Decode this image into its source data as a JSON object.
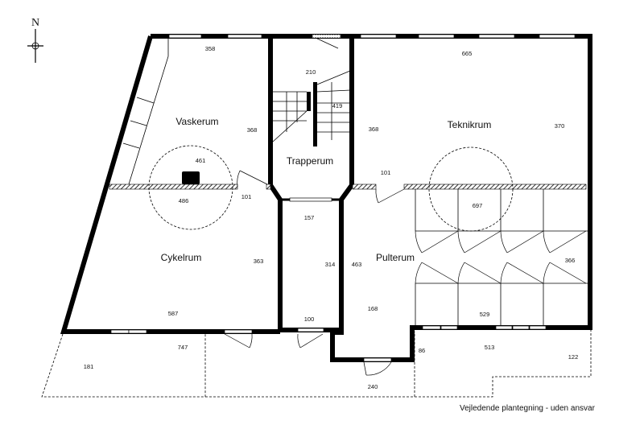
{
  "compass": {
    "label": "N"
  },
  "rooms": {
    "vaskerum": "Vaskerum",
    "trapperum": "Trapperum",
    "teknikrum": "Teknikrum",
    "cykelrum": "Cykelrum",
    "pulterum": "Pulterum"
  },
  "dimensions": {
    "d358": "358",
    "d368a": "368",
    "d461": "461",
    "d486": "486",
    "d101a": "101",
    "d210": "210",
    "d419": "419",
    "d665": "665",
    "d368b": "368",
    "d370": "370",
    "d101b": "101",
    "d697": "697",
    "d157": "157",
    "d363": "363",
    "d314": "314",
    "d463": "463",
    "d366": "366",
    "d587": "587",
    "d168": "168",
    "d529": "529",
    "d100": "100",
    "d747": "747",
    "d181": "181",
    "d86": "86",
    "d513": "513",
    "d122": "122",
    "d240": "240"
  },
  "caption": "Vejledende plantegning - uden ansvar"
}
